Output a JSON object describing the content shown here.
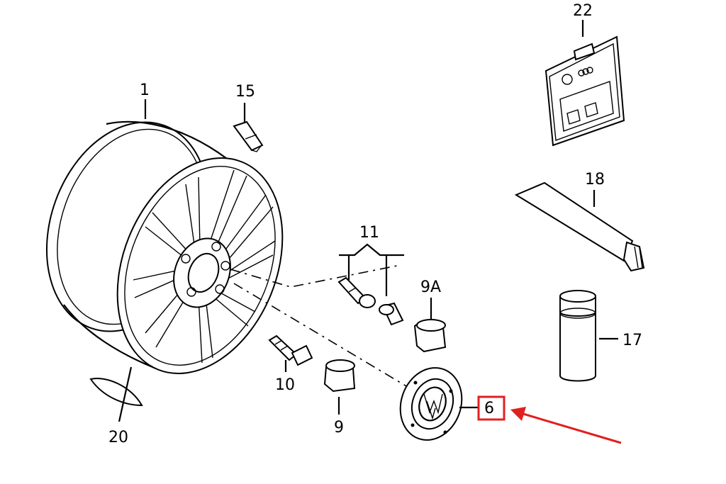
{
  "labels": {
    "p1": "1",
    "p15": "15",
    "p11": "11",
    "p9A": "9A",
    "p10": "10",
    "p9": "9",
    "p6": "6",
    "p20": "20",
    "p22": "22",
    "p18": "18",
    "p17": "17"
  },
  "highlight": {
    "color": "#e02020",
    "target": "6"
  },
  "icons": [
    "vw-logo-icon",
    "audi-rings-icon"
  ]
}
